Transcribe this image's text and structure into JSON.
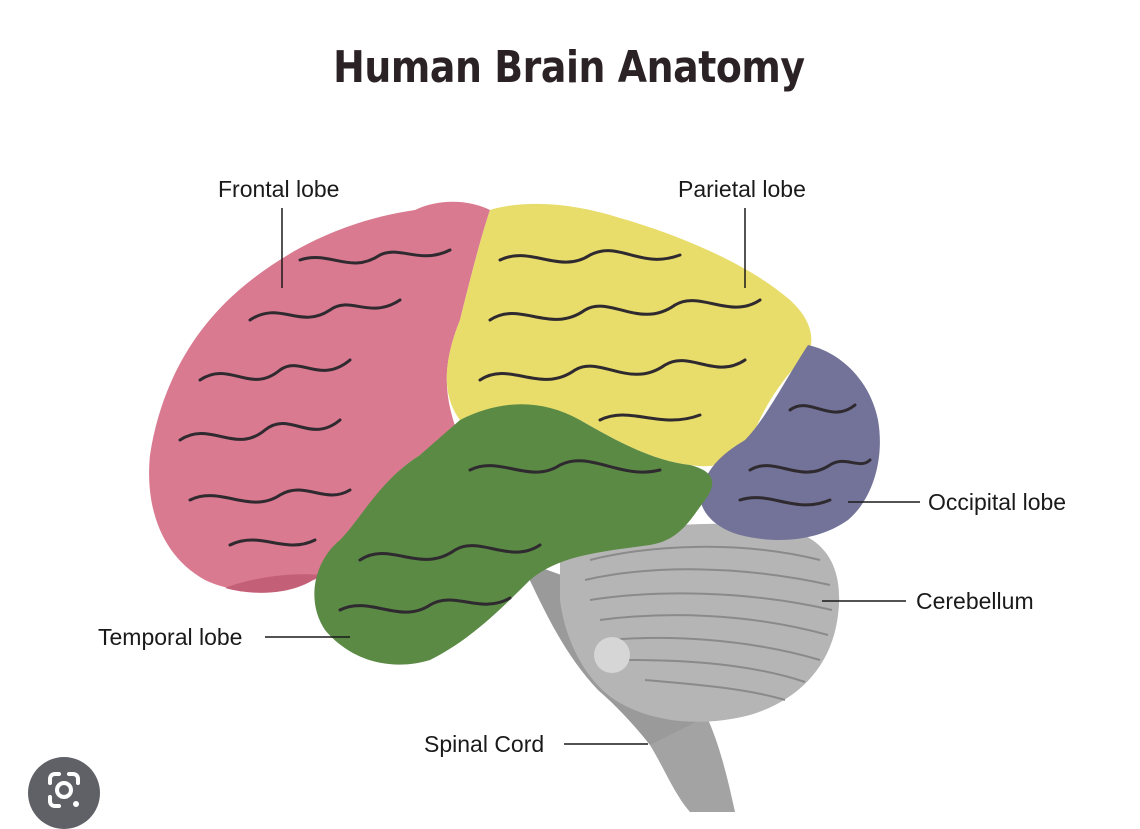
{
  "title": "Human Brain Anatomy",
  "labels": {
    "frontal": "Frontal lobe",
    "parietal": "Parietal lobe",
    "occipital": "Occipital lobe",
    "cerebellum": "Cerebellum",
    "temporal": "Temporal lobe",
    "spinal": "Spinal Cord"
  },
  "colors": {
    "frontal": "#d97a90",
    "parietal": "#e8dc6a",
    "occipital": "#737399",
    "temporal": "#5b8a45",
    "cerebellum": "#b5b5b5",
    "stem": "#9a9a9a",
    "sulci": "#2f2a2f"
  },
  "icons": {
    "lens_button": "google-lens-icon"
  }
}
